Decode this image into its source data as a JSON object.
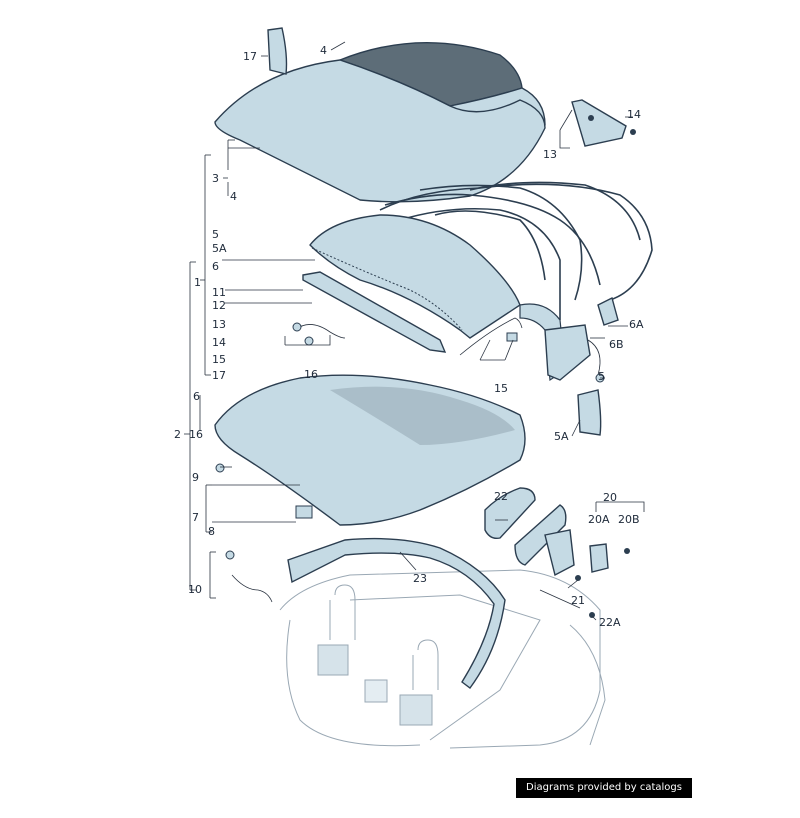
{
  "labels": {
    "l1": "1",
    "l2": "2",
    "l3": "3",
    "l4a": "4",
    "l4b": "4",
    "l5a": "5",
    "l5b": "5",
    "l5Aa": "5A",
    "l5Ab": "5A",
    "l6a": "6",
    "l6b": "6",
    "l6A": "6A",
    "l6B": "6B",
    "l7": "7",
    "l8": "8",
    "l9": "9",
    "l10": "10",
    "l11": "11",
    "l12": "12",
    "l13a": "13",
    "l13b": "13",
    "l14a": "14",
    "l14b": "14",
    "l15a": "15",
    "l15b": "15",
    "l16a": "16",
    "l16b": "16",
    "l17a": "17",
    "l17b": "17",
    "l20": "20",
    "l20A": "20A",
    "l20B": "20B",
    "l21": "21",
    "l22": "22",
    "l22A": "22A",
    "l23": "23"
  },
  "footer": {
    "credit": "Diagrams provided by catalogs parts"
  },
  "colors": {
    "part_fill": "#c5dae4",
    "outline": "#2c3e50",
    "label": "#1e2a3a",
    "glass": "#5d6d78"
  }
}
